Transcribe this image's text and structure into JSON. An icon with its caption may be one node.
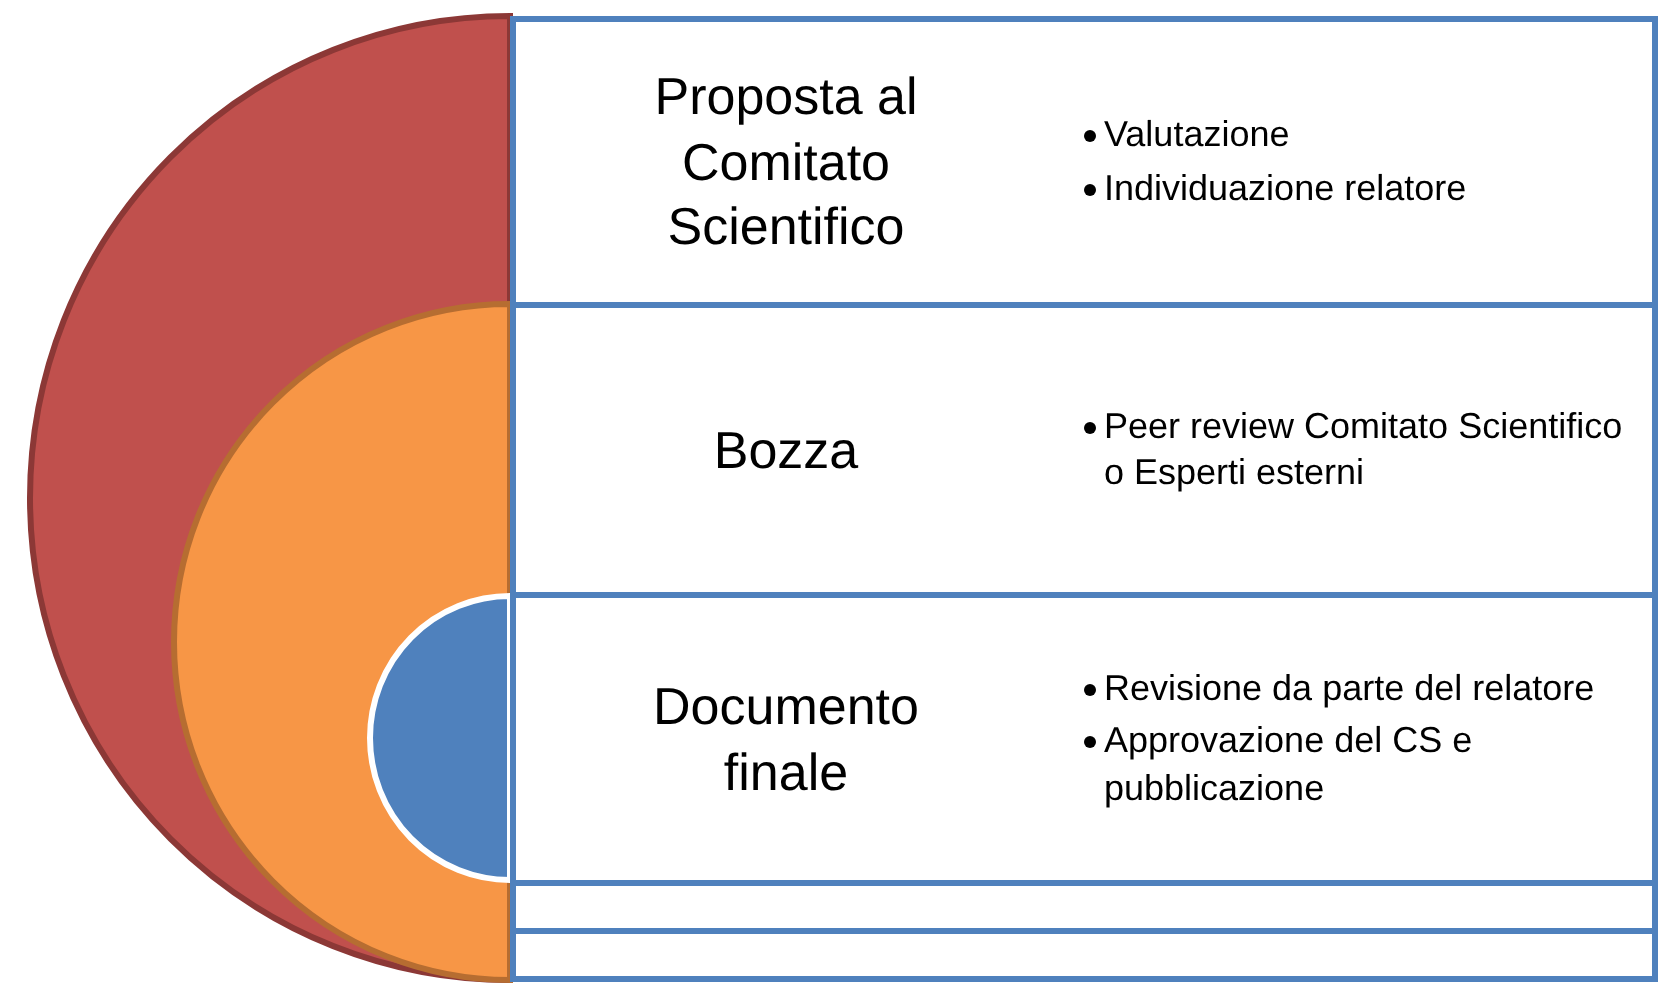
{
  "diagram": {
    "nodes": [
      {
        "text": [],
        "shape": "circle"
      },
      {
        "text": [],
        "shape": "circle",
        "in": 0
      },
      {
        "text": [],
        "shape": "circle",
        "in": 1
      },
      {
        "text": [
          "Proposta al Comitato Scientifico",
          "Valutazione",
          "Individuazione relatore"
        ]
      },
      {
        "text": [
          "Bozza",
          "Peer review Comitato Scientifico o Esperti esterni"
        ]
      },
      {
        "text": [
          "Documento finale",
          "Revisione da parte del relatore",
          "Approvazione del CS e pubblicazione"
        ]
      },
      {
        "text": [],
        "shape": "bar"
      },
      {
        "text": [],
        "shape": "bar"
      }
    ],
    "edges": []
  }
}
